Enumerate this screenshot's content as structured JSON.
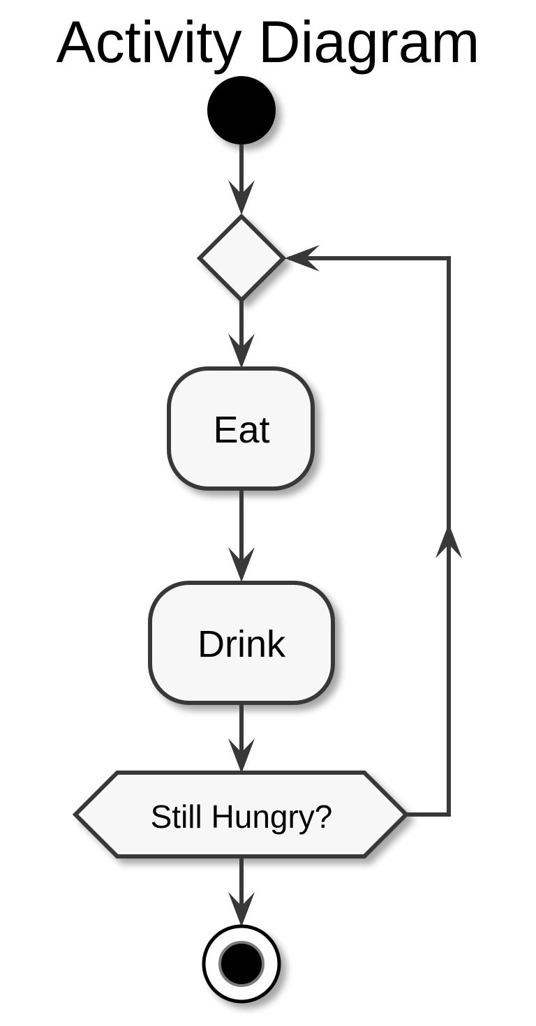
{
  "title": "Activity Diagram",
  "nodes": {
    "eat": "Eat",
    "drink": "Drink",
    "decision": "Still Hungry?"
  },
  "colors": {
    "stroke": "#383838",
    "fill": "#f7f7f7",
    "shadow": "#b8b8b8",
    "ink": "#000000"
  }
}
